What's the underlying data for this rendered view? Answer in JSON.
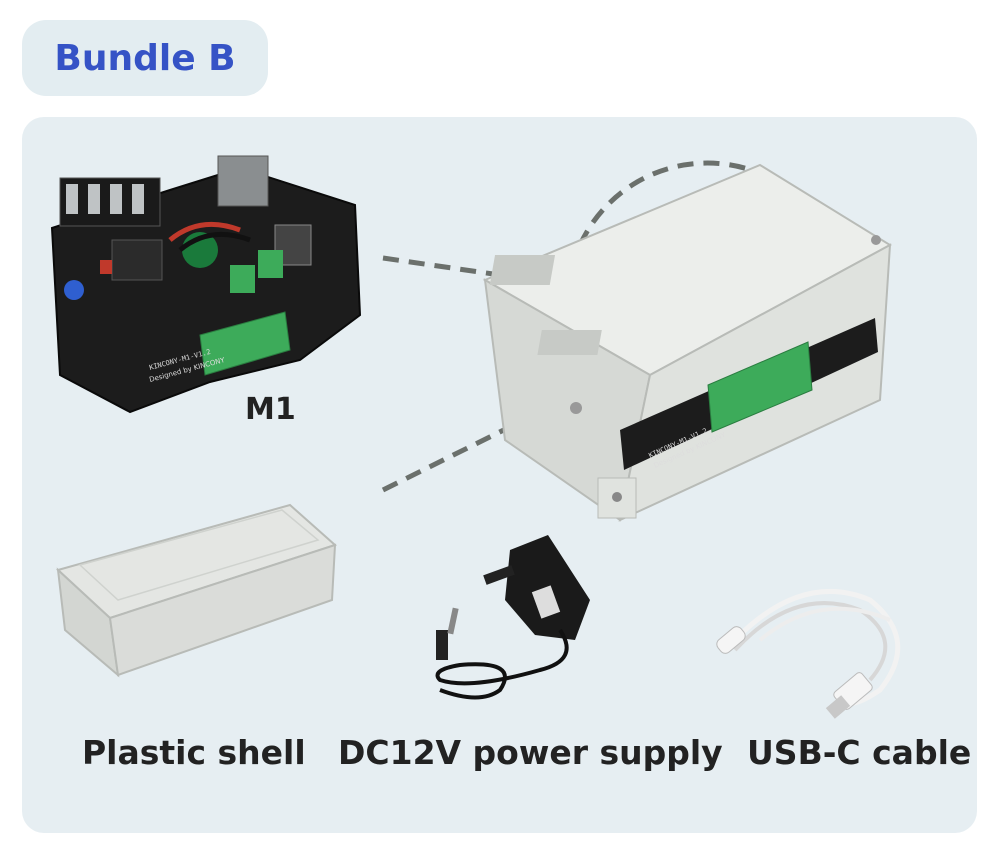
{
  "badge": {
    "title": "Bundle B"
  },
  "items": {
    "m1": {
      "label": "M1",
      "board_text_1": "KINCONY-M1-V1.2",
      "board_text_2": "Designed by KINCONY"
    },
    "shell": {
      "label": "Plastic shell"
    },
    "power": {
      "label": "DC12V power supply"
    },
    "cable": {
      "label": "USB-C cable"
    }
  },
  "colors": {
    "accent": "#3553c6",
    "badge_bg": "#e3edf1",
    "panel_bg": "#e6eef2",
    "pcb": "#1c1c1c",
    "terminal": "#3dab5a",
    "enclosure": "#e4e6e3"
  }
}
